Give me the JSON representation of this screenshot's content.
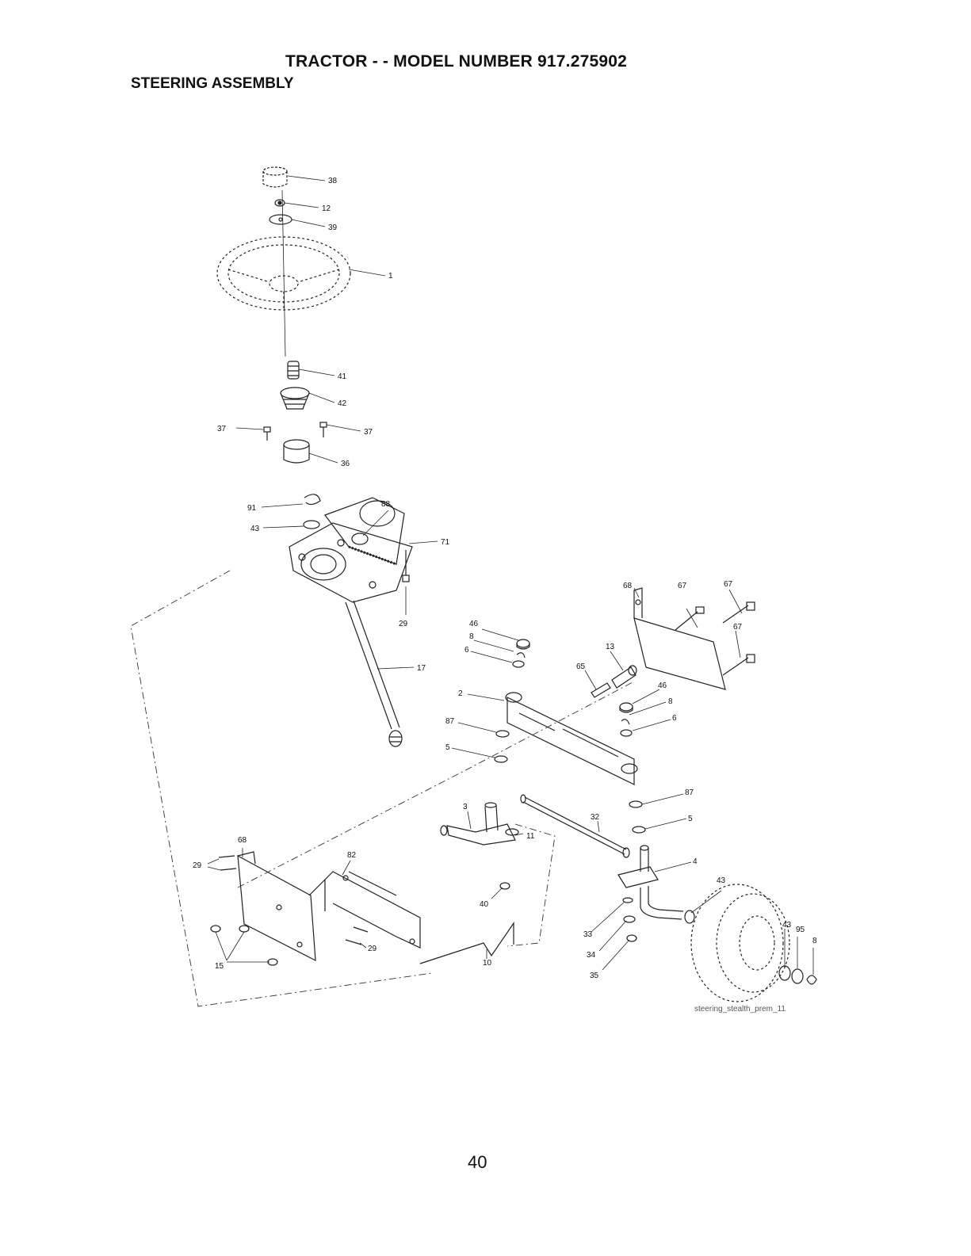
{
  "header": {
    "title": "TRACTOR - - MODEL NUMBER 917.275902",
    "section": "STEERING ASSEMBLY"
  },
  "diagram": {
    "code": "steering_stealth_prem_11",
    "callouts": [
      {
        "name": "callout-38",
        "label": "38"
      },
      {
        "name": "callout-12",
        "label": "12"
      },
      {
        "name": "callout-39",
        "label": "39"
      },
      {
        "name": "callout-1",
        "label": "1"
      },
      {
        "name": "callout-41",
        "label": "41"
      },
      {
        "name": "callout-42",
        "label": "42"
      },
      {
        "name": "callout-37-left",
        "label": "37"
      },
      {
        "name": "callout-37-right",
        "label": "37"
      },
      {
        "name": "callout-36",
        "label": "36"
      },
      {
        "name": "callout-91",
        "label": "91"
      },
      {
        "name": "callout-88",
        "label": "88"
      },
      {
        "name": "callout-43-upper",
        "label": "43"
      },
      {
        "name": "callout-71",
        "label": "71"
      },
      {
        "name": "callout-29-upper",
        "label": "29"
      },
      {
        "name": "callout-17",
        "label": "17"
      },
      {
        "name": "callout-46-left",
        "label": "46"
      },
      {
        "name": "callout-8-left",
        "label": "8"
      },
      {
        "name": "callout-6-left",
        "label": "6"
      },
      {
        "name": "callout-2",
        "label": "2"
      },
      {
        "name": "callout-87-left",
        "label": "87"
      },
      {
        "name": "callout-5-left",
        "label": "5"
      },
      {
        "name": "callout-68-right",
        "label": "68"
      },
      {
        "name": "callout-67-a",
        "label": "67"
      },
      {
        "name": "callout-67-b",
        "label": "67"
      },
      {
        "name": "callout-67-c",
        "label": "67"
      },
      {
        "name": "callout-13",
        "label": "13"
      },
      {
        "name": "callout-65",
        "label": "65"
      },
      {
        "name": "callout-46-right",
        "label": "46"
      },
      {
        "name": "callout-8-right",
        "label": "8"
      },
      {
        "name": "callout-6-right",
        "label": "6"
      },
      {
        "name": "callout-87-right",
        "label": "87"
      },
      {
        "name": "callout-5-right",
        "label": "5"
      },
      {
        "name": "callout-3",
        "label": "3"
      },
      {
        "name": "callout-32",
        "label": "32"
      },
      {
        "name": "callout-11",
        "label": "11"
      },
      {
        "name": "callout-4",
        "label": "4"
      },
      {
        "name": "callout-40",
        "label": "40"
      },
      {
        "name": "callout-68-left",
        "label": "68"
      },
      {
        "name": "callout-29-left",
        "label": "29"
      },
      {
        "name": "callout-82",
        "label": "82"
      },
      {
        "name": "callout-29-lower",
        "label": "29"
      },
      {
        "name": "callout-15",
        "label": "15"
      },
      {
        "name": "callout-10",
        "label": "10"
      },
      {
        "name": "callout-33",
        "label": "33"
      },
      {
        "name": "callout-34",
        "label": "34"
      },
      {
        "name": "callout-35",
        "label": "35"
      },
      {
        "name": "callout-43-lower",
        "label": "43"
      },
      {
        "name": "callout-43-wheel",
        "label": "43"
      },
      {
        "name": "callout-95",
        "label": "95"
      },
      {
        "name": "callout-8-wheel",
        "label": "8"
      }
    ]
  },
  "footer": {
    "page_number": "40"
  }
}
